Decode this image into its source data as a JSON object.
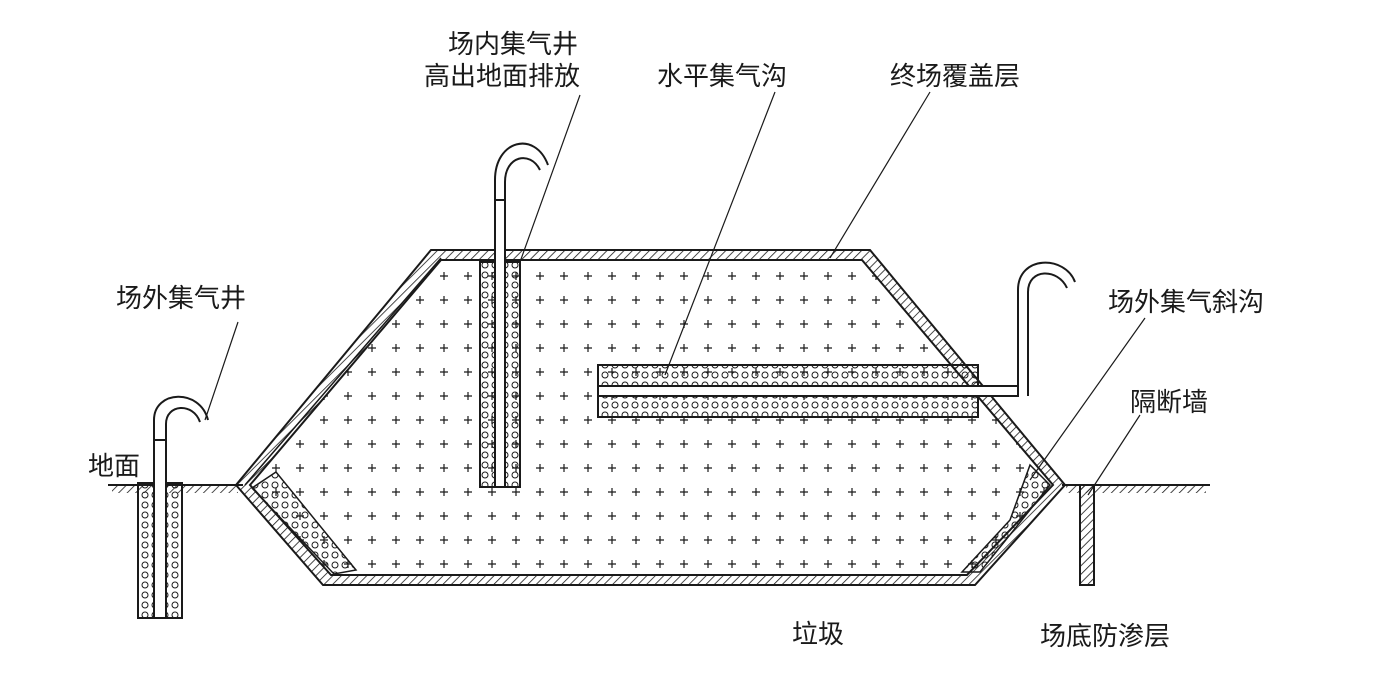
{
  "labels": {
    "inner_well_line1": "场内集气井",
    "inner_well_line2": "高出地面排放",
    "horizontal_trench": "水平集气沟",
    "final_cover": "终场覆盖层",
    "outer_well": "场外集气井",
    "outer_slope_trench": "场外集气斜沟",
    "ground": "地面",
    "cutoff_wall": "隔断墙",
    "waste": "垃圾",
    "bottom_liner": "场底防渗层"
  },
  "colors": {
    "ink": "#1a1a1a",
    "background": "#ffffff"
  }
}
